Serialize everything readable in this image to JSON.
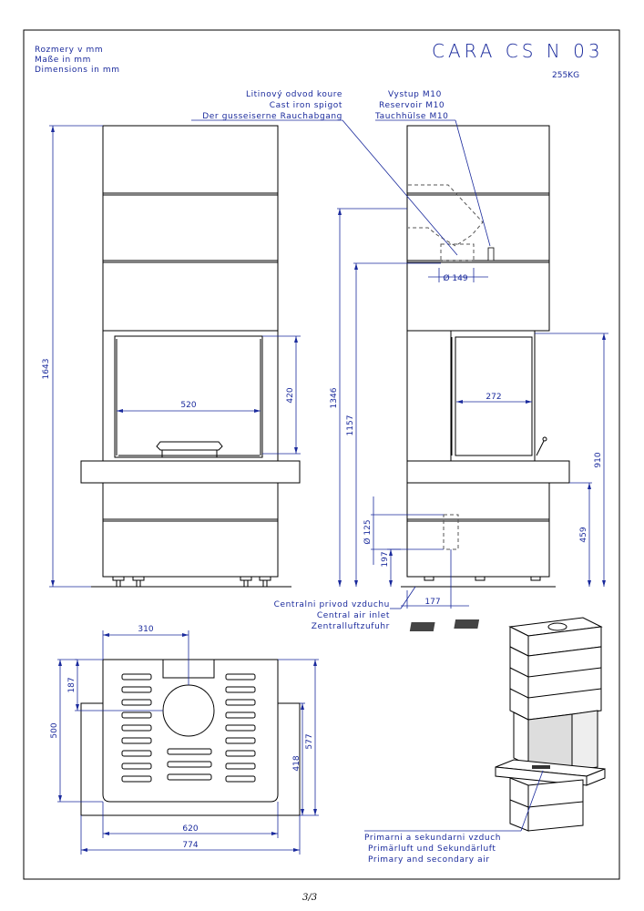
{
  "header": {
    "dims_lines": [
      "Rozmery v mm",
      "Maße in mm",
      "Dimensions in mm"
    ],
    "title": "CARA CS N 03",
    "weight": "255KG"
  },
  "callouts": {
    "spigot": [
      "Litinový odvod koure",
      "Cast iron spigot",
      "Der gusseiserne Rauchabgang"
    ],
    "outlet": [
      "Vystup M10",
      "Reservoir M10",
      "Tauchhülse M10"
    ],
    "central_air": [
      "Centralni privod vzduchu",
      "Central air inlet",
      "Zentralluftzufuhr"
    ],
    "primary_air": [
      "Primarni a sekundarni vzduch",
      "Primärluft und Sekundärluft",
      "Primary and secondary air"
    ]
  },
  "dimensions": {
    "front_height": "1643",
    "front_width": "520",
    "front_window_h": "420",
    "side_1346": "1346",
    "side_1157": "1157",
    "side_flue": "Ø 149",
    "side_depth": "272",
    "side_910": "910",
    "side_459": "459",
    "side_inlet": "Ø 125",
    "side_197": "197",
    "side_177": "177",
    "top_310": "310",
    "top_187": "187",
    "top_500": "500",
    "top_577": "577",
    "top_418": "418",
    "top_620": "620",
    "top_774": "774"
  },
  "footer": {
    "page": "3/3"
  },
  "colors": {
    "annotation": "#1a2a9c",
    "outline": "#000000"
  }
}
